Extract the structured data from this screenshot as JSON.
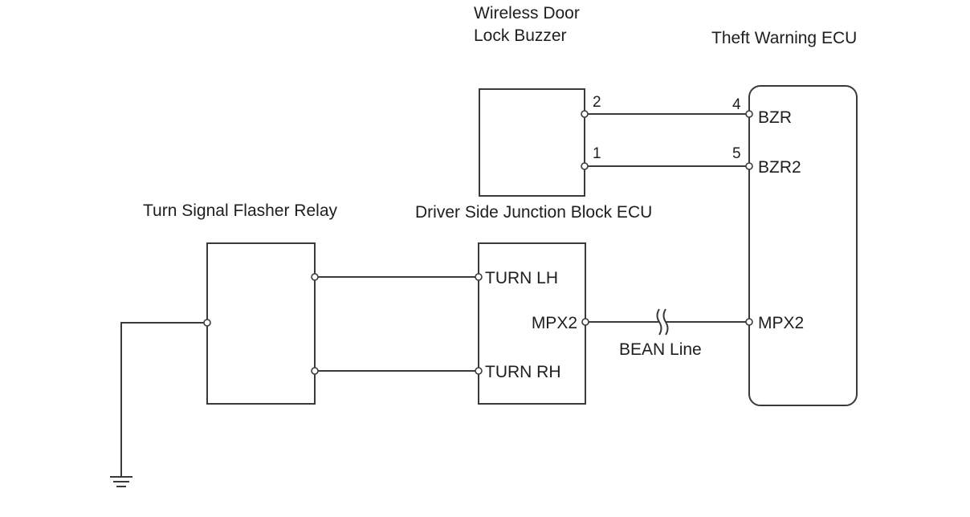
{
  "components": {
    "buzzer": {
      "name_line1": "Wireless Door",
      "name_line2": "Lock Buzzer",
      "pins": {
        "p2": "2",
        "p1": "1"
      }
    },
    "theft_ecu": {
      "name": "Theft Warning ECU",
      "pins": {
        "p4": "4",
        "p5": "5"
      },
      "terminals": {
        "bzr": "BZR",
        "bzr2": "BZR2",
        "mpx2": "MPX2"
      }
    },
    "flasher_relay": {
      "name": "Turn Signal Flasher Relay"
    },
    "junction_block": {
      "name": "Driver Side Junction Block ECU",
      "terminals": {
        "turn_lh": "TURN LH",
        "mpx2": "MPX2",
        "turn_rh": "TURN RH"
      }
    }
  },
  "connections": {
    "bean_line_label": "BEAN Line"
  }
}
